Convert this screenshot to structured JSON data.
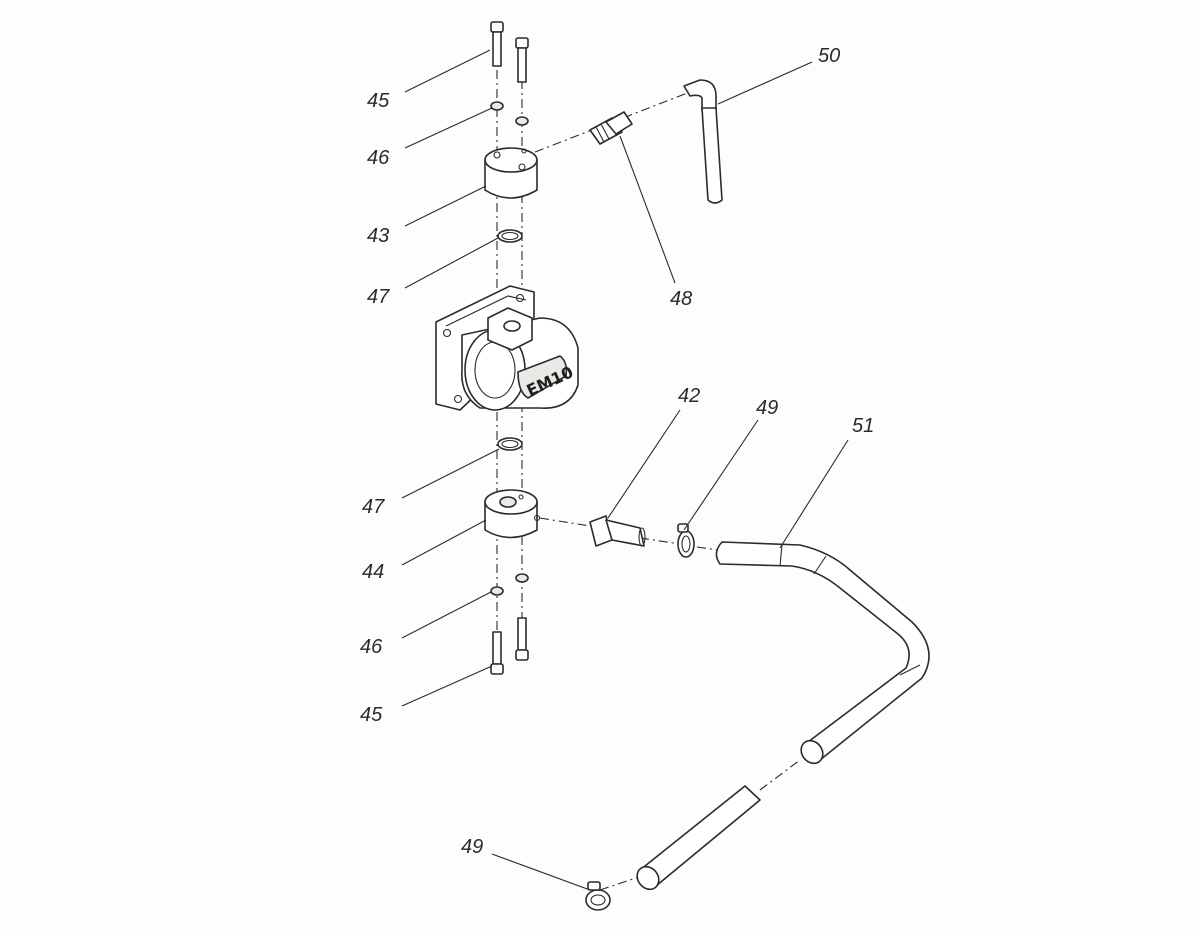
{
  "diagram": {
    "nameplate": "EM10",
    "callouts": [
      {
        "id": "c45a",
        "text": "45"
      },
      {
        "id": "c46a",
        "text": "46"
      },
      {
        "id": "c43",
        "text": "43"
      },
      {
        "id": "c47a",
        "text": "47"
      },
      {
        "id": "c48",
        "text": "48"
      },
      {
        "id": "c50",
        "text": "50"
      },
      {
        "id": "c42",
        "text": "42"
      },
      {
        "id": "c49a",
        "text": "49"
      },
      {
        "id": "c51",
        "text": "51"
      },
      {
        "id": "c47b",
        "text": "47"
      },
      {
        "id": "c44",
        "text": "44"
      },
      {
        "id": "c46b",
        "text": "46"
      },
      {
        "id": "c45b",
        "text": "45"
      },
      {
        "id": "c49b",
        "text": "49"
      }
    ]
  }
}
